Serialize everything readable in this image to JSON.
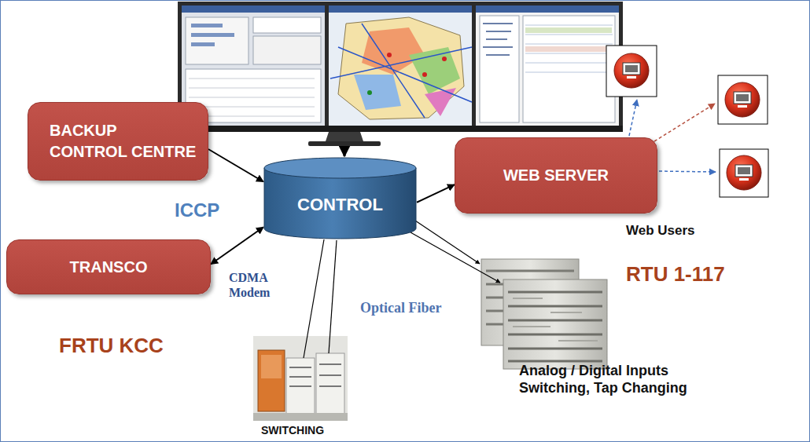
{
  "diagram": {
    "nodes": [
      {
        "text": [
          "BACKUP CONTROL CENTRE"
        ]
      },
      {
        "text": [
          "CONTROL"
        ]
      },
      {
        "text": [
          "WEB SERVER"
        ]
      },
      {
        "text": [
          "TRANSCO"
        ]
      }
    ],
    "edges": [
      {
        "from": 0,
        "to": 1,
        "arrow": "to"
      },
      {
        "from": 3,
        "to": 1,
        "arrow": "both"
      },
      {
        "from": 1,
        "to": 2,
        "arrow": "to"
      }
    ],
    "labels": [
      "ICCP",
      "CDMA Modem",
      "Optical Fiber",
      "FRTU KCC",
      "SWITCHING",
      "RTU 1-117",
      "Analog / Digital Inputs Switching, Tap Changing",
      "Web Users"
    ]
  }
}
